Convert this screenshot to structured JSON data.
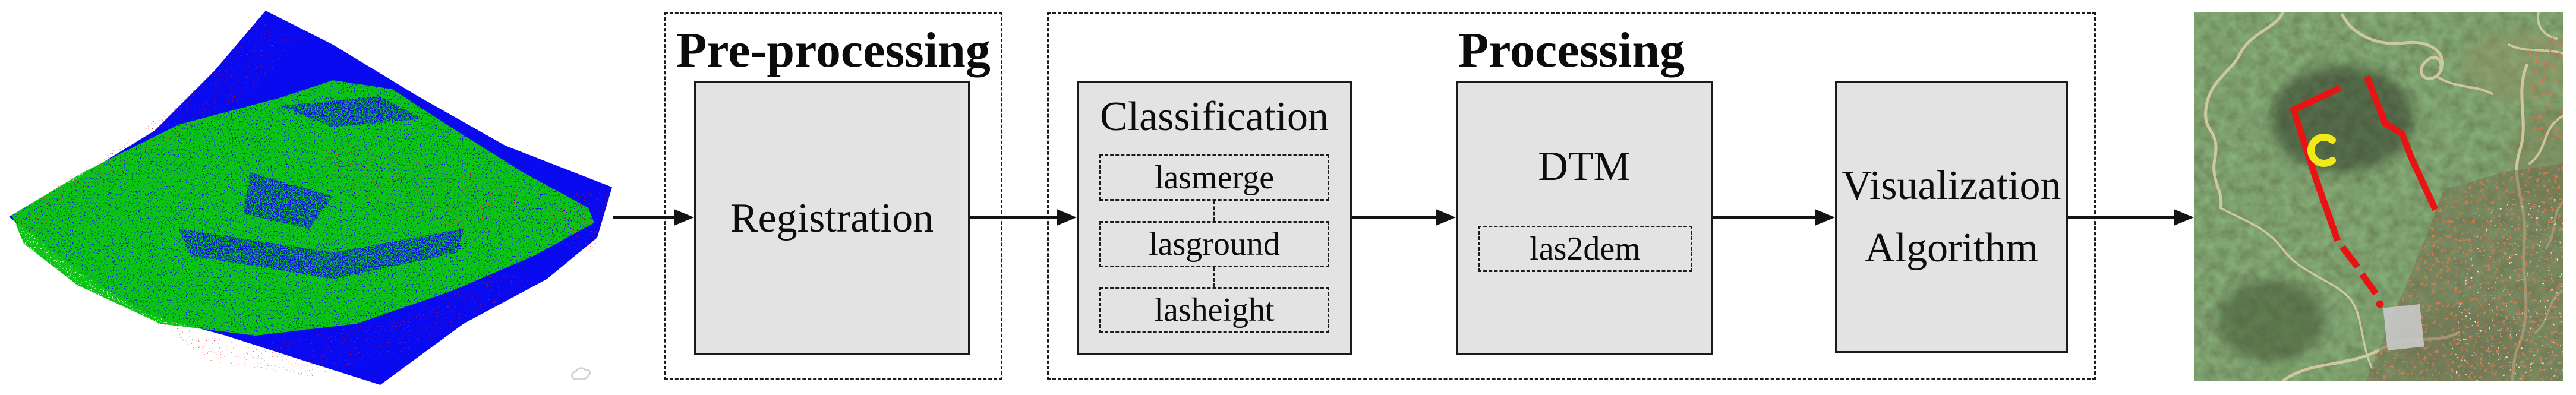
{
  "flowchart": {
    "arrow_color": "#141414",
    "preprocessing": {
      "title": "Pre-processing",
      "registration": "Registration"
    },
    "processing": {
      "title": "Processing",
      "classification": {
        "title": "Classification",
        "steps": [
          "lasmerge",
          "lasground",
          "lasheight"
        ]
      },
      "dtm": {
        "title": "DTM",
        "tool": "las2dem"
      },
      "visualization": {
        "title": "Visualization Algorithm"
      }
    }
  },
  "figures": {
    "point_cloud": {
      "colors": {
        "base": "#0a0af0",
        "vegetation": "#0cc414",
        "speckle": "#f01414"
      }
    },
    "satellite": {
      "colors": {
        "forest": "#3d4b2f",
        "road": "#dbcda4",
        "rooftop": "#cc7a50",
        "survey_path": "#e81414",
        "marker": "#f2ea18"
      }
    }
  }
}
